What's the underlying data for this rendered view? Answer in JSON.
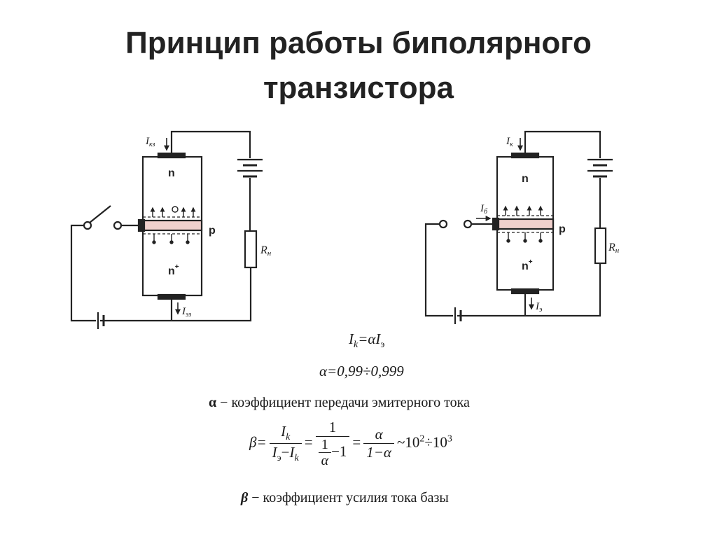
{
  "title": {
    "line1": "Принцип работы биполярного",
    "line2": "транзистора"
  },
  "left_circuit": {
    "top_region": "n",
    "base_region": "p",
    "bottom_region": "n",
    "bottom_region_sup": "+",
    "collector_current_main": "I",
    "collector_current_sub": "кз",
    "emitter_current_main": "I",
    "emitter_current_sub": "эз",
    "load_main": "R",
    "load_sub": "н"
  },
  "right_circuit": {
    "top_region": "n",
    "base_region": "p",
    "bottom_region": "n",
    "bottom_region_sup": "+",
    "collector_current_main": "I",
    "collector_current_sub": "к",
    "base_current_main": "I",
    "base_current_sub": "б",
    "emitter_current_main": "I",
    "emitter_current_sub": "э",
    "load_main": "R",
    "load_sub": "н"
  },
  "formulas": {
    "ik_lhs": "I",
    "ik_lhs_sub": "k",
    "ik_eq": "=α",
    "ik_rhs": "I",
    "ik_rhs_sub": "э",
    "alpha_value": "α=0,99÷0,999",
    "alpha_symbol": "α",
    "alpha_def": " − коэффициент передачи эмитерного тока",
    "beta_lhs": "β=",
    "beta_frac1_num": "I",
    "beta_frac1_num_sub": "k",
    "beta_frac1_den_a": "I",
    "beta_frac1_den_a_sub": "э",
    "beta_frac1_den_minus": "−",
    "beta_frac1_den_b": "I",
    "beta_frac1_den_b_sub": "k",
    "eq": "=",
    "beta_frac2_num": "1",
    "beta_frac2_den_num": "1",
    "beta_frac2_den_den": "α",
    "beta_frac2_den_tail": "−1",
    "beta_frac3_num": "α",
    "beta_frac3_den": "1−α",
    "beta_approx": "~10",
    "beta_exp1": "2",
    "beta_div": "÷10",
    "beta_exp2": "3",
    "beta_symbol": "β",
    "beta_def": " − коэффициент усилия тока базы"
  }
}
